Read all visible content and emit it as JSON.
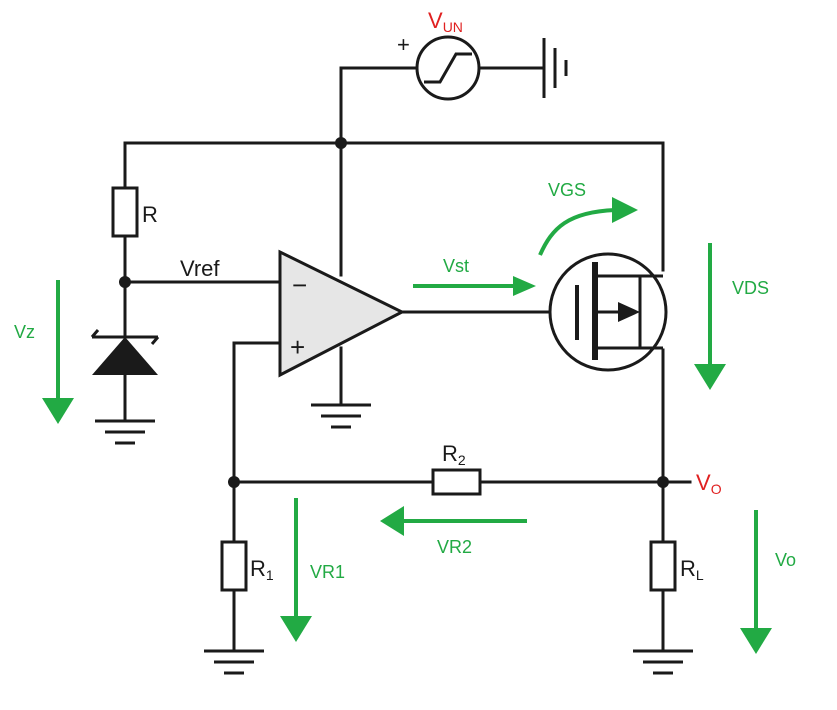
{
  "components": {
    "source": {
      "main": "V",
      "sub": "UN"
    },
    "source_polarity": "+",
    "resistor_r": "R",
    "resistor_r1": {
      "main": "R",
      "sub": "1"
    },
    "resistor_r2": {
      "main": "R",
      "sub": "2"
    },
    "resistor_rl": {
      "main": "R",
      "sub": "L"
    },
    "opamp_minus": "−",
    "opamp_plus": "+",
    "node_vref": "Vref",
    "output": {
      "main": "V",
      "sub": "O"
    }
  },
  "voltage_labels": {
    "vgs": "VGS",
    "vst": "Vst",
    "vds": "VDS",
    "vz": "Vz",
    "vr1": "VR1",
    "vr2": "VR2",
    "vo": "Vo"
  },
  "colors": {
    "wire": "#1a1a1a",
    "accent_red": "#e02020",
    "arrow_green": "#22aa44",
    "opamp_fill": "#e6e6e6"
  }
}
